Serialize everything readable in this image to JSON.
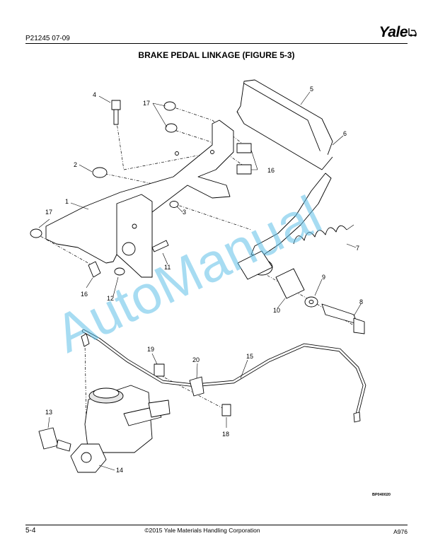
{
  "header": {
    "doc_code": "P21245    07-09",
    "brand": "Yale",
    "title": "BRAKE PEDAL LINKAGE (FIGURE 5-3)"
  },
  "figure": {
    "callouts": [
      "1",
      "2",
      "3",
      "4",
      "5",
      "6",
      "7",
      "8",
      "9",
      "10",
      "11",
      "12",
      "13",
      "14",
      "15",
      "16",
      "16",
      "17",
      "17",
      "18",
      "19",
      "20"
    ],
    "figure_code": "BP040020",
    "watermark": "AutoManual"
  },
  "footer": {
    "page_number": "5-4",
    "copyright": "©2015 Yale Materials Handling Corporation",
    "doc_number": "A976"
  }
}
